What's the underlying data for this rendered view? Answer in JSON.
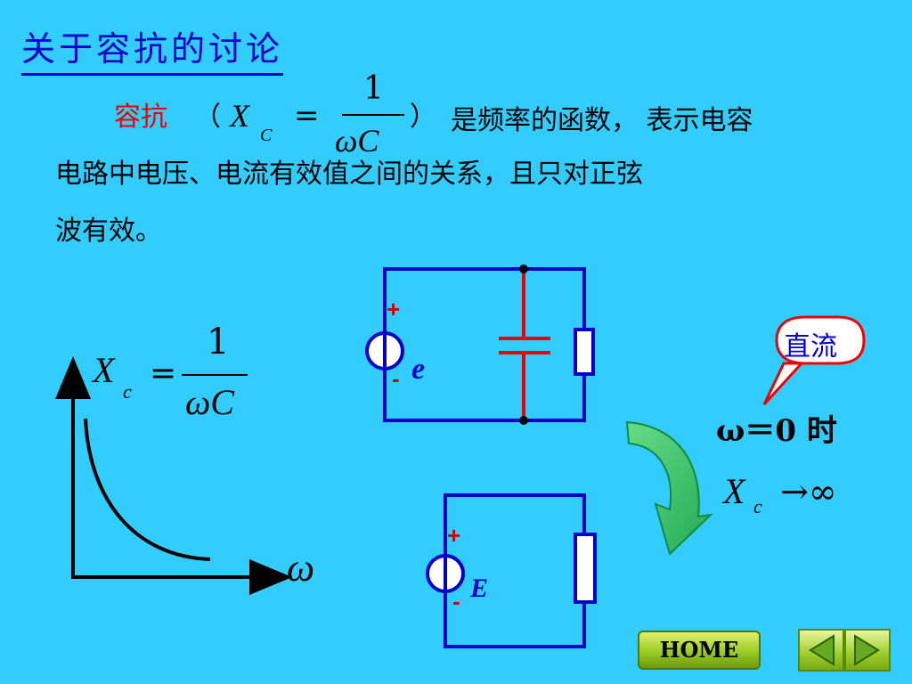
{
  "title": "关于容抗的讨论",
  "intro": {
    "term": "容抗",
    "paren_open": "（",
    "paren_close": "）",
    "formula_lhs": "X",
    "formula_sub": "C",
    "formula_eq": "=",
    "formula_num": "1",
    "formula_den": "ωC",
    "tail_line1": "是频率的函数， 表示电容",
    "line2": "电路中电压、电流有效值之间的关系，且只对正弦",
    "line3": "波有效。"
  },
  "graph": {
    "formula_lhs": "X",
    "formula_sub": "c",
    "formula_eq": "=",
    "formula_num": "1",
    "formula_den": "ωC",
    "x_label": "ω"
  },
  "circuit_ac": {
    "plus": "+",
    "minus": "-",
    "source_label": "e"
  },
  "circuit_dc": {
    "plus": "+",
    "minus": "-",
    "source_label": "E"
  },
  "callout": {
    "bubble_text": "直流",
    "condition": "ω＝0 时",
    "limit_lhs": "X",
    "limit_sub": "c",
    "limit_rhs": "→∞"
  },
  "nav": {
    "home_label": "HOME"
  },
  "colors": {
    "background": "#33CCFF",
    "wire": "#0000CC",
    "capacitor": "#EE0000",
    "title": "#0000CC",
    "arrow": "#33CC66"
  }
}
